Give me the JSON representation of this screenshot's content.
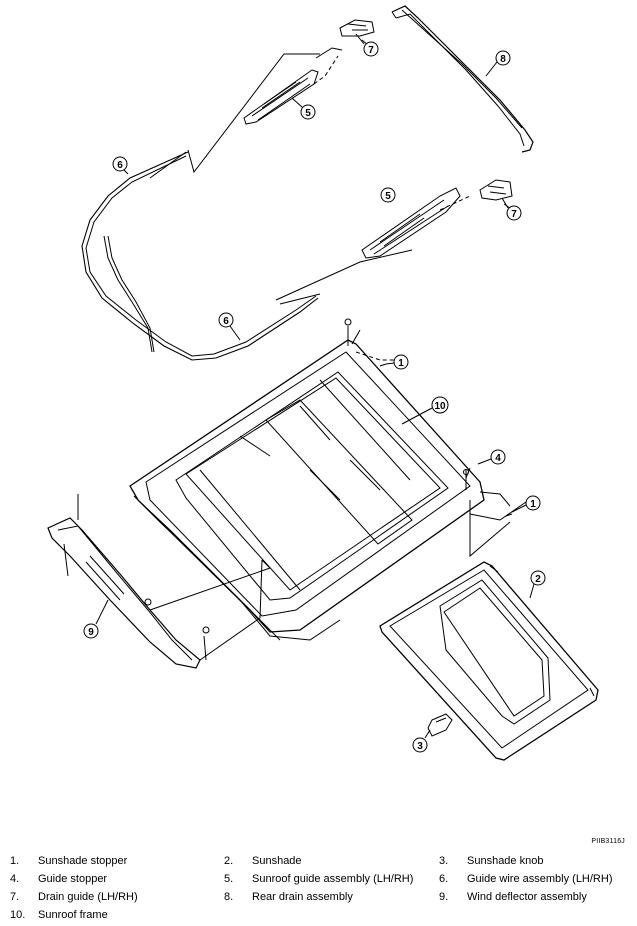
{
  "figure_ref": "PIIB3116J",
  "callouts": [
    "1",
    "2",
    "3",
    "4",
    "5",
    "6",
    "7",
    "8",
    "9",
    "10"
  ],
  "legend": [
    {
      "num": "1.",
      "label": "Sunshade stopper"
    },
    {
      "num": "2.",
      "label": "Sunshade"
    },
    {
      "num": "3.",
      "label": "Sunshade knob"
    },
    {
      "num": "4.",
      "label": "Guide stopper"
    },
    {
      "num": "5.",
      "label": "Sunroof guide assembly (LH/RH)"
    },
    {
      "num": "6.",
      "label": "Guide wire  assembly (LH/RH)"
    },
    {
      "num": "7.",
      "label": "Drain guide (LH/RH)"
    },
    {
      "num": "8.",
      "label": "Rear drain assembly"
    },
    {
      "num": "9.",
      "label": "Wind deflector assembly"
    },
    {
      "num": "10.",
      "label": "Sunroof frame"
    }
  ]
}
